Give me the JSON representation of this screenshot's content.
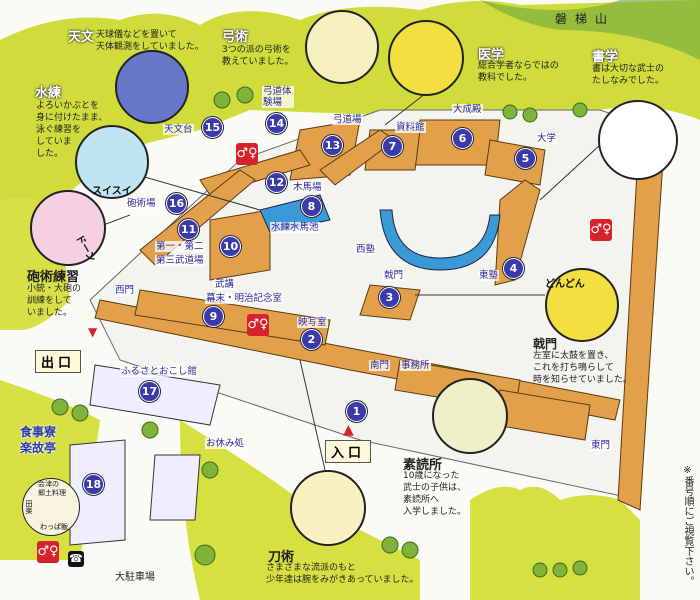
{
  "mountain_name": "磐梯山",
  "note": "※番号順にご視覧下さい。",
  "entrance_label": "入口",
  "exit_label": "出口",
  "markers": [
    "1",
    "2",
    "3",
    "4",
    "5",
    "6",
    "7",
    "8",
    "9",
    "10",
    "11",
    "12",
    "13",
    "14",
    "15",
    "16",
    "17",
    "18"
  ],
  "places": {
    "tenmondai": "天文台",
    "kyudo_taiken": "弓道体験場",
    "kyudojo": "弓道場",
    "shiryokan": "資料館",
    "taiseiden": "大成殿",
    "daigaku": "大学",
    "mokubaba": "木馬場",
    "suiren_suibachi": "水練水馬池",
    "hojutsujo": "砲術場",
    "budojo_1": "第一・第二",
    "budojo_2": "第三武道場",
    "buko": "武講",
    "bakumatsu": "幕末・明治記念室",
    "eishashitsu": "映写室",
    "nishimon": "西門",
    "nishijuku": "西塾",
    "gekimon": "戟門",
    "higashijuku": "東塾",
    "nanmon": "南門",
    "jimusho": "事務所",
    "higashimon": "東門",
    "furusato": "ふるさとおこし館",
    "oyasumidokoro": "お休み処",
    "parking": "大駐車場",
    "restaurant_1": "食事寮",
    "restaurant_2": "楽故亭",
    "kyodo_ryori_1": "会津の",
    "kyodo_ryori_2": "郷土料理",
    "dengaku": "田楽",
    "wappa": "わっぱ飯"
  },
  "callouts": {
    "tenmon": {
      "title": "天文",
      "lines": [
        "天球儀などを置いて",
        "天体観測をしていました。"
      ]
    },
    "kyujutsu": {
      "title": "弓術",
      "lines": [
        "3つの派の弓術を",
        "教えていました。"
      ]
    },
    "suiren": {
      "title": "水練",
      "lines": [
        "よろいかぶとを",
        "身に付けたまま、",
        "泳ぐ練習を",
        "していま",
        "した。"
      ]
    },
    "igaku": {
      "title": "医学",
      "lines": [
        "総合学者ならではの",
        "教科でした。"
      ]
    },
    "shogaku": {
      "title": "書学",
      "lines": [
        "書は大切な武士の",
        "たしなみでした。"
      ]
    },
    "hojutsu": {
      "title": "砲術練習",
      "lines": [
        "小銃・大砲の",
        "訓練をして",
        "いました。"
      ]
    },
    "gekimon": {
      "title": "戟門",
      "lines": [
        "左室に太鼓を置き、",
        "これを打ち鳴らして",
        "時を知らせていました。"
      ]
    },
    "sodokusho": {
      "title": "素読所",
      "lines": [
        "10歳になった",
        "武士の子供は、",
        "素読所へ",
        "入学しました。"
      ]
    },
    "tojutsu": {
      "title": "刀術",
      "lines": [
        "さまざまな流派のもと",
        "少年達は腕をみがきあっていました。"
      ]
    }
  },
  "sounds": {
    "swim": "スイスイ",
    "gun": "ドーン",
    "drum": "どんどん"
  },
  "icons": {
    "restroom": "restroom-icon",
    "phone": "phone-icon"
  },
  "colors": {
    "marker": "#3a3aa8",
    "hill": "#c8d63a",
    "roof": "#e2a04a",
    "water": "#3a9ad8",
    "restroom": "#d6222a"
  }
}
